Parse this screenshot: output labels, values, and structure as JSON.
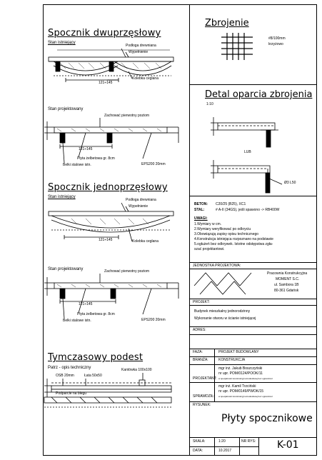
{
  "section1": {
    "title": "Spocznik dwuprzęsłowy",
    "existing_label": "Stan istniejący",
    "callout_floor": "Podłoga drewniana",
    "callout_fill": "Wypełnienie",
    "callout_vault": "Kolebka ceglana",
    "span_label": "121÷145",
    "designed_label": "Stan projektowany",
    "callout_keep": "Zachować pierwotny poziom",
    "callout_slab": "Płyta żelbetowa gr. 8cm",
    "callout_beams": "Belki stalowe istn.",
    "callout_eps": "EPS200 20mm",
    "span_label2": "121÷145"
  },
  "section2": {
    "title": "Spocznik jednoprzęsłowy",
    "existing_label": "Stan istniejący",
    "callout_floor": "Podłoga drewniana",
    "callout_fill": "Wypełnienie",
    "callout_vault": "Kolebka ceglana",
    "span_label": "121÷145",
    "designed_label": "Stan projektowany",
    "callout_keep": "Zachować pierwotny poziom",
    "callout_slab": "Płyta żelbetowa gr. 8cm",
    "callout_beams": "Belki stalowe istn.",
    "callout_eps": "EPS200 20mm",
    "span_label2": "121÷145"
  },
  "section3": {
    "title": "Tymczasowy podest",
    "subtitle": "Patrz - opis techniczny",
    "callout_osb": "OSB 20mm",
    "callout_lath": "Łata 50x50",
    "callout_beam": "Kantówka 100x100",
    "callout_support": "Podparcie na biegu"
  },
  "reinforcement": {
    "title": "Zbrojenie",
    "spec": "#8/100mm",
    "spec2": "krzyżowo"
  },
  "detail": {
    "title": "Detal oparcia zbrojenia",
    "scale": "1:10",
    "or_label": "LUB",
    "bar_label": "Ø3 L50"
  },
  "notes": {
    "concrete_key": "BETON:",
    "concrete_val": "C20/25 (B25), XC1",
    "steel_key": "STAL:",
    "steel_val": "# A-II (34GS), jeśli spawono -> RB400W",
    "heading": "UWAGI:",
    "items": [
      "1.Wymiary w cm.",
      "2.Wymiary weryfikować po odkryciu",
      "3.Obowiązują zapisy opisu technicznego",
      "4.Konstrukcja istniejąca rozpoznano na podstawie",
      "5.ogłużeń bez odkrywek. Istotne odstępstwa zgła-",
      "   szać projektantowi."
    ]
  },
  "title_block": {
    "unit_label": "JEDNOSTKA PROJEKTOWA:",
    "company_line1": "Pracownia Konstrukcyjna",
    "company_line2": "MOMENT S.C.",
    "company_line3": "ul. Sambora 1B",
    "company_line4": "80-361 Gdańsk",
    "project_label": "PROJEKT:",
    "project_line1": "Budynek mieszkalny jednorodzinny",
    "project_line2": "Wykonanie otworu w ścianie istniejącej",
    "address_label": "ADRES:",
    "phase_label": "FAZA:",
    "phase_val": "PROJEKT BUDOWLANY",
    "branch_label": "BRANŻA:",
    "branch_val": "KONSTRUKCJA",
    "designer_label": "PROJEKTANT:",
    "designer_name": "mgr inż. Jakub Boszczyński",
    "designer_no": "nr upr. POM/0124/POOK/11",
    "designer_spec": "w specjalności konstrukcyjno-budowlanej bez ograniczeń",
    "checker_label": "SPRAWDZIŁ:",
    "checker_name": "mgr inż. Kamil Trzciński",
    "checker_no": "nr upr. POM/0149/PWOK/15",
    "checker_spec": "w specjalności konstrukcyjno-budowlanej bez ograniczeń",
    "drawing_label": "RYSUNEK:",
    "drawing_title": "Płyty spocznikowe",
    "scale_label": "SKALA:",
    "scale_val": "1:20",
    "number_label": "NR RYS:",
    "date_label": "DATA:",
    "date_val": "10.2017",
    "sheet_no": "K-01"
  }
}
